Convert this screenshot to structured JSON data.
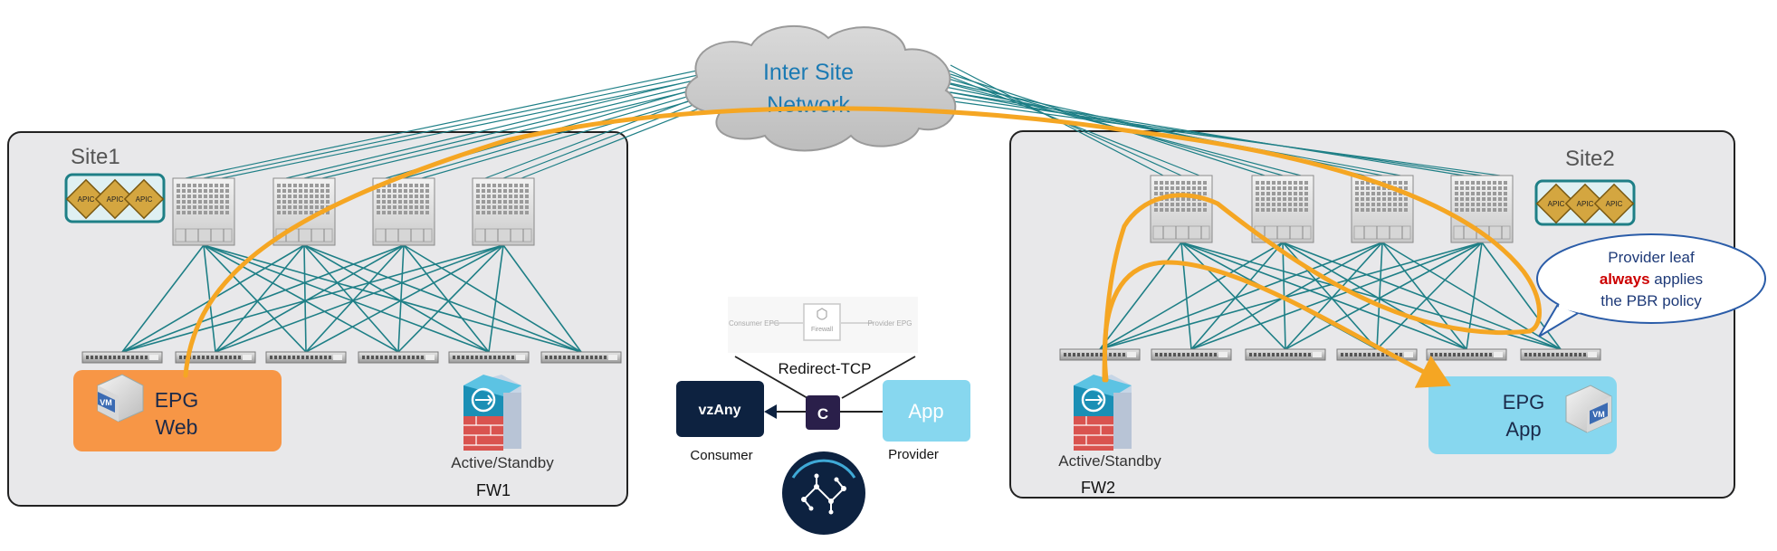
{
  "cloud": {
    "line1": "Inter Site",
    "line2": "Network"
  },
  "site1": {
    "label": "Site1"
  },
  "site2": {
    "label": "Site2"
  },
  "apic": {
    "a": "APIC",
    "b": "APIC",
    "c": "APIC"
  },
  "epg_web": {
    "line1": "EPG",
    "line2": "Web",
    "vm": "VM"
  },
  "epg_app": {
    "line1": "EPG",
    "line2": "App",
    "vm": "VM"
  },
  "fw1": {
    "mode": "Active/Standby",
    "name": "FW1"
  },
  "fw2": {
    "mode": "Active/Standby",
    "name": "FW2"
  },
  "contract": {
    "graph_consumer": "Consumer EPG",
    "graph_node": "Firewall",
    "graph_provider": "Provider EPG",
    "service_graph": "Redirect-TCP",
    "consumer_box": "vzAny",
    "contract_letter": "C",
    "provider_box": "App",
    "consumer_label": "Consumer",
    "provider_label": "Provider"
  },
  "callout": {
    "line1": "Provider leaf",
    "highlight": "always",
    "line2_rest": " applies",
    "line3": "the PBR policy"
  },
  "colors": {
    "traffic_path": "#f5a623",
    "fabric_links": "#1e7f86",
    "site_bg": "#e8e8ea",
    "epg_web": "#f79646",
    "epg_app": "#87d7ef",
    "vzany": "#0d2240",
    "highlight": "#cc0000",
    "callout_border": "#2a5ca8"
  }
}
